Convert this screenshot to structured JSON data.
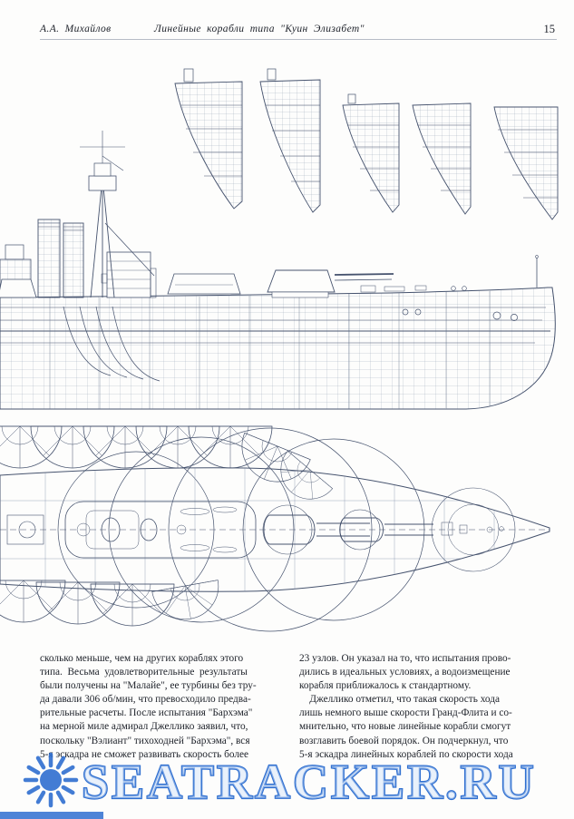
{
  "header": {
    "author": "А.А. Михайлов",
    "book_title": "Линейные корабли типа \"Куин Элизабет\"",
    "page_number": "15"
  },
  "figure": {
    "parts": {
      "top": "hull-cross-sections",
      "middle": "battleship-side-elevation",
      "bottom": "deck-plan-with-firing-arcs"
    }
  },
  "text": {
    "left_column_lines": [
      "сколько меньше, чем на других кораблях этого",
      "типа.  Весьма  удовлетворительные  результаты",
      "были получены на \"Малайе\", ее турбины без тру-",
      "да давали 306 об/мин, что превосходило предва-",
      "рительные расчеты. После испытания \"Бархэма\"",
      "на мерной миле адмирал Джеллико заявил, что,",
      "поскольку \"Вэлиант\" тихоходней \"Бархэма\", вся",
      "5-я эскадра не сможет развивать скорость более"
    ],
    "right_column_lines": [
      "23 узлов. Он указал на то, что испытания прово-",
      "дились в идеальных условиях, а водоизмещение",
      "корабля приближалось к стандартному.",
      "    Джеллико отметил, что такая скорость хода",
      "лишь немного выше скорости Гранд-Флита и со-",
      "мнительно, что новые линейные корабли смогут",
      "возглавить боевой порядок. Он подчеркнул, что",
      "5-я эскадра линейных кораблей по скорости хода"
    ]
  },
  "watermark": {
    "text": "SEATRACKER.RU",
    "icon": "sun-burst-icon",
    "color": "#2f6fd0"
  },
  "colors": {
    "ink": "#46536e",
    "grid": "#8d99b0",
    "watermark_blue": "#2f6fd0"
  }
}
